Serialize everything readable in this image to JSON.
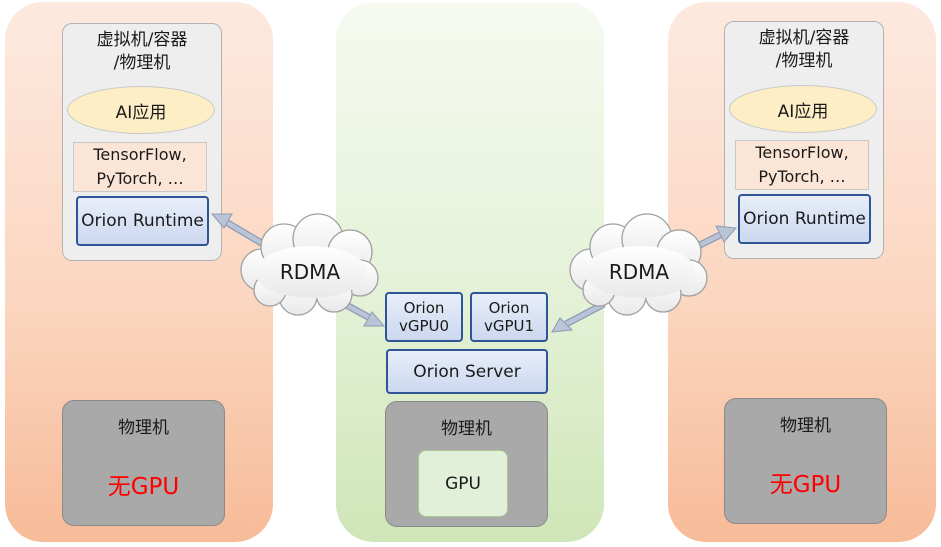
{
  "left": {
    "vm_title": "虚拟机/容器\n/物理机",
    "app": "AI应用",
    "frameworks": "TensorFlow,\nPyTorch, …",
    "runtime": "Orion Runtime",
    "phys_title": "物理机",
    "gpu_status": "无GPU"
  },
  "right": {
    "vm_title": "虚拟机/容器\n/物理机",
    "app": "AI应用",
    "frameworks": "TensorFlow,\nPyTorch, …",
    "runtime": "Orion Runtime",
    "phys_title": "物理机",
    "gpu_status": "无GPU"
  },
  "center": {
    "vgpu0": "Orion\nvGPU0",
    "vgpu1": "Orion\nvGPU1",
    "server": "Orion Server",
    "phys_title": "物理机",
    "gpu": "GPU"
  },
  "clouds": {
    "left": "RDMA",
    "right": "RDMA"
  },
  "colors": {
    "client_column": "#f7bb98",
    "server_column": "#cfe6b8",
    "box_border_blue": "#2f5597",
    "physical_machine": "#a9a9a9",
    "no_gpu_text": "#ff0000",
    "arrow": "#a6b4cc"
  }
}
